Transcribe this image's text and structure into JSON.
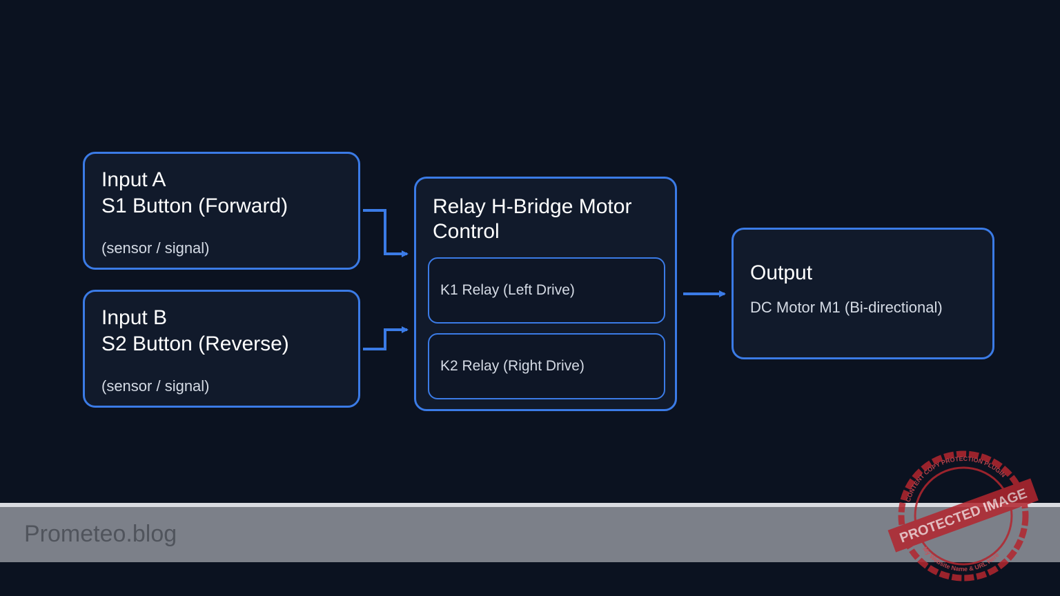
{
  "input_a": {
    "title_line1": "Input A",
    "title_line2": "S1 Button (Forward)",
    "subtitle": "(sensor / signal)"
  },
  "input_b": {
    "title_line1": "Input B",
    "title_line2": "S2 Button (Reverse)",
    "subtitle": "(sensor / signal)"
  },
  "controller": {
    "title": "Relay H-Bridge Motor Control",
    "relays": [
      {
        "label": "K1 Relay (Left Drive)"
      },
      {
        "label": "K2 Relay (Right Drive)"
      }
    ]
  },
  "output": {
    "title": "Output",
    "subtitle": "DC Motor M1 (Bi-directional)"
  },
  "footer": {
    "brand": "Prometeo.blog"
  },
  "watermark": {
    "text": "PROTECTED IMAGE",
    "ring_text": "CONTENT COPY PROTECTION PLUGIN",
    "bottom_text": "My Website Name & URL Here"
  },
  "colors": {
    "background": "#0b1220",
    "accent": "#3b7be6",
    "box_fill": "#111a2b",
    "stamp": "#c0392b"
  }
}
